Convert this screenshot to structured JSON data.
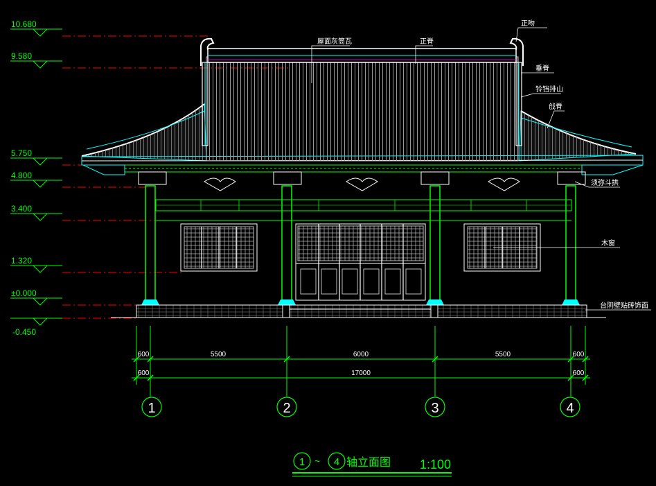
{
  "elevations": [
    {
      "label": "10.680"
    },
    {
      "label": "9.580"
    },
    {
      "label": "5.750"
    },
    {
      "label": "4.800"
    },
    {
      "label": "3.400"
    },
    {
      "label": "1.320"
    },
    {
      "label": "±0.000"
    },
    {
      "label": "-0.450"
    }
  ],
  "callouts": {
    "roof_tiles": "屋面灰筒瓦",
    "main_ridge": "正脊",
    "ridge_ornament": "正吻",
    "vertical_ridge": "垂脊",
    "gable_board": "铃铛排山",
    "hip_ridge": "戗脊",
    "bracket_set": "须弥斗拱",
    "wood_window": "木窗",
    "base_finish": "台阴壁贴砖饰面"
  },
  "dimensions": {
    "row1": [
      "600",
      "5500",
      "6000",
      "5500",
      "600"
    ],
    "row2": [
      "600",
      "17000",
      "600"
    ]
  },
  "axes": [
    "1",
    "2",
    "3",
    "4"
  ],
  "title": {
    "axis_a": "1",
    "tilde": "~",
    "axis_b": "4",
    "text": "轴立面图",
    "scale": "1:100"
  },
  "colors": {
    "green": "#00ff00",
    "cyan": "#00ffff",
    "red": "#ff0000",
    "white": "#ffffff",
    "magenta": "#ff00ff",
    "grey": "#9a9a9a"
  }
}
